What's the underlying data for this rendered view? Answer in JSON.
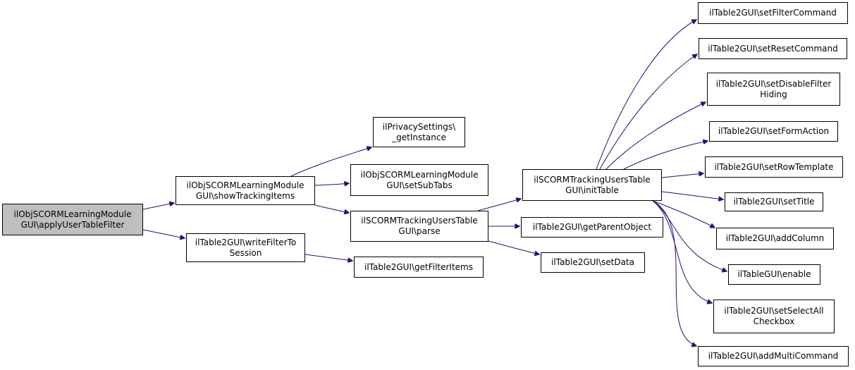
{
  "graph": {
    "colors": {
      "edge": "#191970",
      "node_border": "#000000",
      "root_fill": "#bfbfbf",
      "node_fill": "#ffffff"
    },
    "nodes": [
      {
        "id": "applyUserTableFilter",
        "lines": [
          "ilObjSCORMLearningModule",
          "GUI\\applyUserTableFilter"
        ],
        "root": true
      },
      {
        "id": "showTrackingItems",
        "lines": [
          "ilObjSCORMLearningModule",
          "GUI\\showTrackingItems"
        ]
      },
      {
        "id": "writeFilterToSession",
        "lines": [
          "ilTable2GUI\\writeFilterTo",
          "Session"
        ]
      },
      {
        "id": "getInstance",
        "lines": [
          "ilPrivacySettings\\",
          "_getInstance"
        ]
      },
      {
        "id": "setSubTabs",
        "lines": [
          "ilObjSCORMLearningModule",
          "GUI\\setSubTabs"
        ]
      },
      {
        "id": "parse",
        "lines": [
          "ilSCORMTrackingUsersTable",
          "GUI\\parse"
        ]
      },
      {
        "id": "getFilterItems",
        "lines": [
          "ilTable2GUI\\getFilterItems"
        ]
      },
      {
        "id": "initTable",
        "lines": [
          "ilSCORMTrackingUsersTable",
          "GUI\\initTable"
        ]
      },
      {
        "id": "getParentObject",
        "lines": [
          "ilTable2GUI\\getParentObject"
        ]
      },
      {
        "id": "setData",
        "lines": [
          "ilTable2GUI\\setData"
        ]
      },
      {
        "id": "setFilterCommand",
        "lines": [
          "ilTable2GUI\\setFilterCommand"
        ]
      },
      {
        "id": "setResetCommand",
        "lines": [
          "ilTable2GUI\\setResetCommand"
        ]
      },
      {
        "id": "setDisableFilterHiding",
        "lines": [
          "ilTable2GUI\\setDisableFilter",
          "Hiding"
        ]
      },
      {
        "id": "setFormAction",
        "lines": [
          "ilTable2GUI\\setFormAction"
        ]
      },
      {
        "id": "setRowTemplate",
        "lines": [
          "ilTable2GUI\\setRowTemplate"
        ]
      },
      {
        "id": "setTitle",
        "lines": [
          "ilTable2GUI\\setTitle"
        ]
      },
      {
        "id": "addColumn",
        "lines": [
          "ilTable2GUI\\addColumn"
        ]
      },
      {
        "id": "enable",
        "lines": [
          "ilTableGUI\\enable"
        ]
      },
      {
        "id": "setSelectAllCheckbox",
        "lines": [
          "ilTable2GUI\\setSelectAll",
          "Checkbox"
        ]
      },
      {
        "id": "addMultiCommand",
        "lines": [
          "ilTable2GUI\\addMultiCommand"
        ]
      }
    ],
    "edges": [
      {
        "from": "applyUserTableFilter",
        "to": "showTrackingItems"
      },
      {
        "from": "applyUserTableFilter",
        "to": "writeFilterToSession"
      },
      {
        "from": "showTrackingItems",
        "to": "getInstance"
      },
      {
        "from": "showTrackingItems",
        "to": "setSubTabs"
      },
      {
        "from": "showTrackingItems",
        "to": "parse"
      },
      {
        "from": "writeFilterToSession",
        "to": "getFilterItems"
      },
      {
        "from": "parse",
        "to": "initTable"
      },
      {
        "from": "parse",
        "to": "getParentObject"
      },
      {
        "from": "parse",
        "to": "setData"
      },
      {
        "from": "initTable",
        "to": "setFilterCommand"
      },
      {
        "from": "initTable",
        "to": "setResetCommand"
      },
      {
        "from": "initTable",
        "to": "setDisableFilterHiding"
      },
      {
        "from": "initTable",
        "to": "setFormAction"
      },
      {
        "from": "initTable",
        "to": "setRowTemplate"
      },
      {
        "from": "initTable",
        "to": "setTitle"
      },
      {
        "from": "initTable",
        "to": "addColumn"
      },
      {
        "from": "initTable",
        "to": "enable"
      },
      {
        "from": "initTable",
        "to": "setSelectAllCheckbox"
      },
      {
        "from": "initTable",
        "to": "addMultiCommand"
      }
    ]
  }
}
